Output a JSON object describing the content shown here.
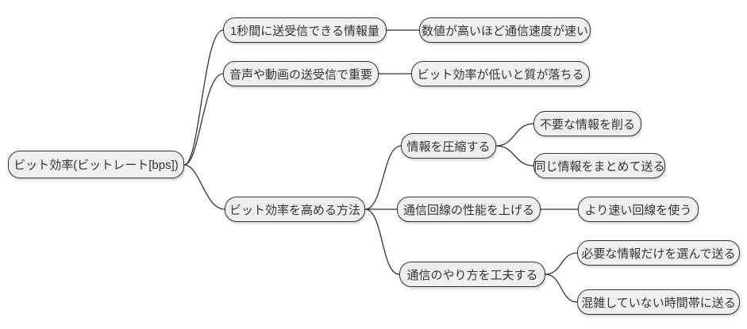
{
  "diagram_type": "mindmap",
  "style": {
    "background": "#ffffff",
    "node_fill": "#efefef",
    "node_border": "#333333",
    "edge_color": "#333333",
    "text_color": "#333333"
  },
  "mindmap": {
    "root": {
      "label": "ビット効率(ビットレート[bps])",
      "children": [
        {
          "label": "1秒間に送受信できる情報量",
          "children": [
            {
              "label": "数値が高いほど通信速度が速い"
            }
          ]
        },
        {
          "label": "音声や動画の送受信で重要",
          "children": [
            {
              "label": "ビット効率が低いと質が落ちる"
            }
          ]
        },
        {
          "label": "ビット効率を高める方法",
          "children": [
            {
              "label": "情報を圧縮する",
              "children": [
                {
                  "label": "不要な情報を削る"
                },
                {
                  "label": "同じ情報をまとめて送る"
                }
              ]
            },
            {
              "label": "通信回線の性能を上げる",
              "children": [
                {
                  "label": "より速い回線を使う"
                }
              ]
            },
            {
              "label": "通信のやり方を工夫する",
              "children": [
                {
                  "label": "必要な情報だけを選んで送る"
                },
                {
                  "label": "混雑していない時間帯に送る"
                }
              ]
            }
          ]
        }
      ]
    }
  }
}
